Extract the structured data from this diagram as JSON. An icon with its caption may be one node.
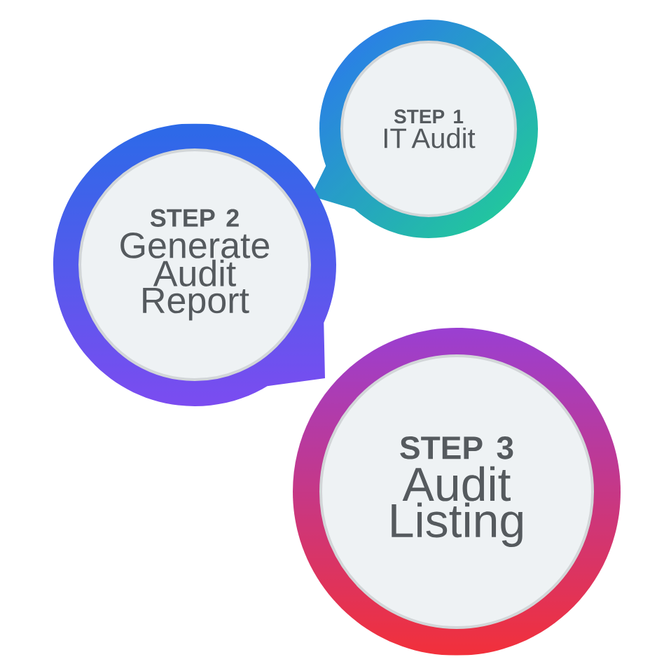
{
  "diagram": {
    "nodes": [
      {
        "text": [
          "STEP 1",
          "IT Audit"
        ]
      },
      {
        "text": [
          "STEP 2",
          "Generate Audit Report"
        ]
      },
      {
        "text": [
          "STEP 3",
          "Audit Listing"
        ]
      }
    ]
  }
}
